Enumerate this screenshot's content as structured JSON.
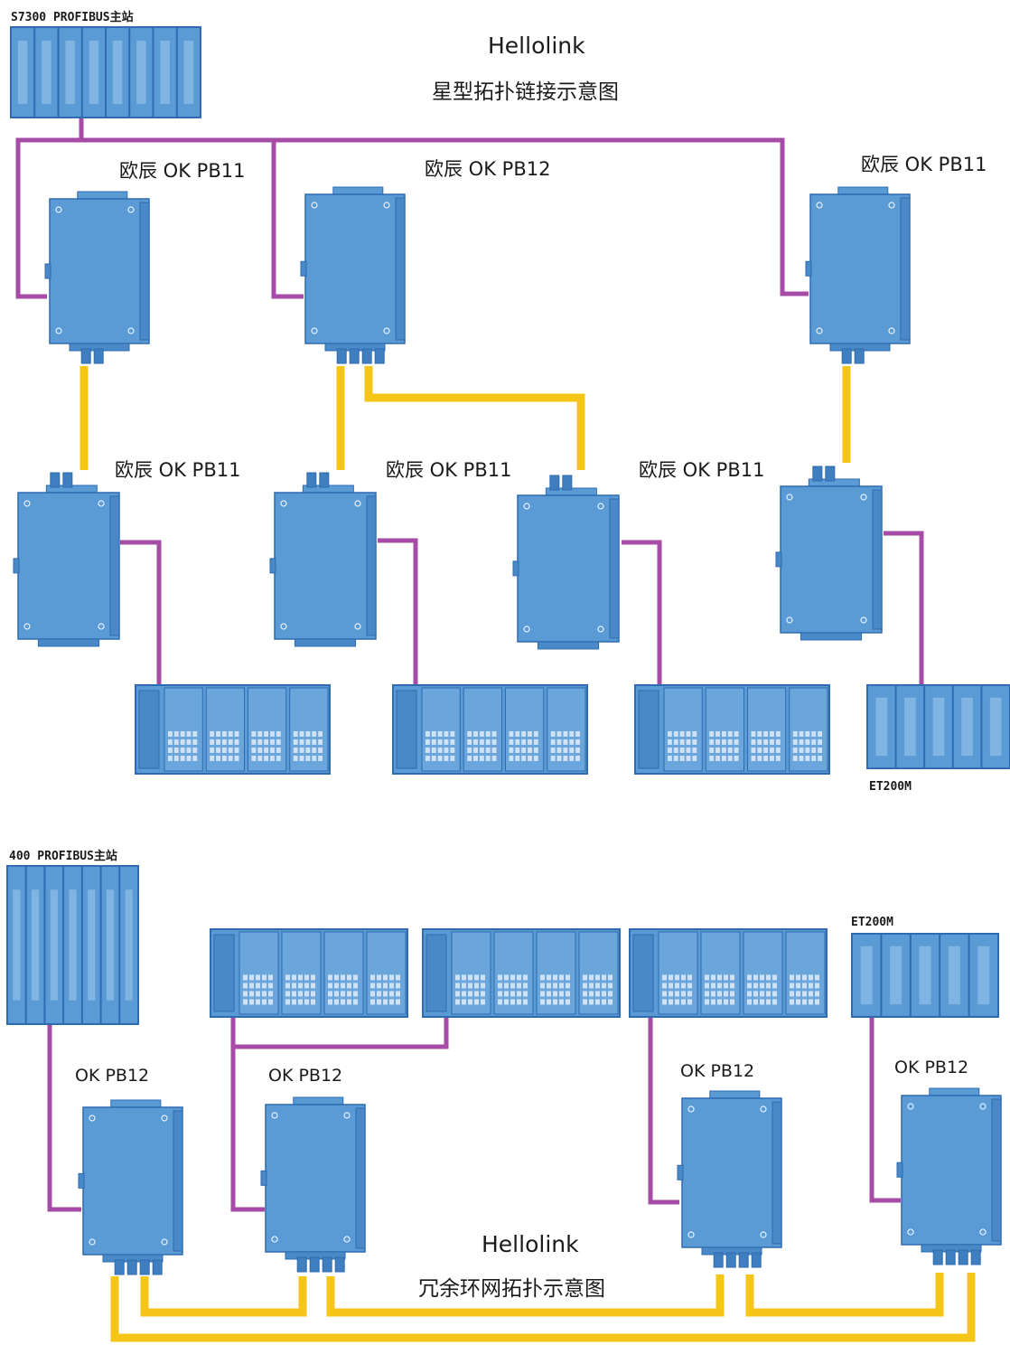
{
  "colors": {
    "device_fill": "#5b9bd5",
    "device_edge": "#2e6bb0",
    "profibus_cable": "#a64ca6",
    "fiber_cable": "#f5c518",
    "background": "#ffffff"
  },
  "star": {
    "title": "Hellolink",
    "subtitle": "星型拓扑链接示意图",
    "master_label": "S7300 PROFIBUS主站",
    "top_devices": [
      "欧辰 OK PB11",
      "欧辰 OK PB12",
      "欧辰 OK PB11"
    ],
    "bottom_devices": [
      "欧辰 OK PB11",
      "欧辰 OK PB11",
      "欧辰 OK PB11"
    ],
    "et_label": "ET200M"
  },
  "ring": {
    "title": "Hellolink",
    "subtitle": "冗余环网拓扑示意图",
    "master_label": "400 PROFIBUS主站",
    "devices": [
      "OK PB12",
      "OK PB12",
      "OK PB12",
      "OK PB12"
    ],
    "et_label": "ET200M"
  },
  "icons": [
    "plc-rack-icon",
    "fiber-converter-icon",
    "io-module-rack-icon",
    "et200m-rack-icon"
  ]
}
